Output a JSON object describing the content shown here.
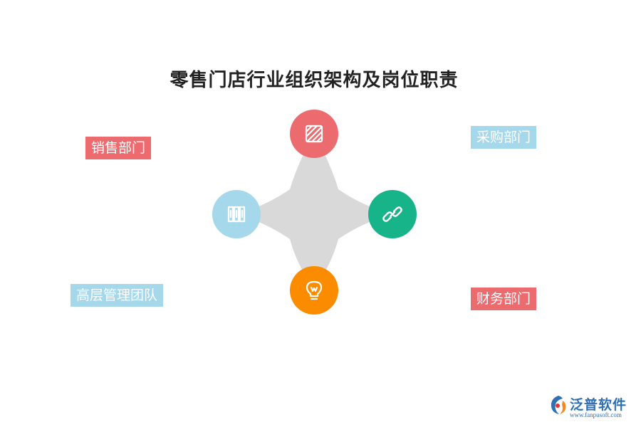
{
  "title": "零售门店行业组织架构及岗位职责",
  "colors": {
    "red": "#ec6b6e",
    "blue": "#a6d8ec",
    "green": "#17b48a",
    "orange": "#fb8c00",
    "center_shape": "#d9d9d9"
  },
  "departments": [
    {
      "label": "销售部门",
      "color": "red"
    },
    {
      "label": "采购部门",
      "color": "blue"
    },
    {
      "label": "高层管理团队",
      "color": "blue"
    },
    {
      "label": "财务部门",
      "color": "red"
    }
  ],
  "nodes": [
    {
      "position": "top",
      "icon": "striped-square-icon",
      "color": "red"
    },
    {
      "position": "left",
      "icon": "binders-icon",
      "color": "blue"
    },
    {
      "position": "right",
      "icon": "link-icon",
      "color": "green"
    },
    {
      "position": "bottom",
      "icon": "lightbulb-icon",
      "color": "orange"
    }
  ],
  "logo": {
    "name": "泛普软件",
    "url": "www.fanpusoft.com"
  }
}
